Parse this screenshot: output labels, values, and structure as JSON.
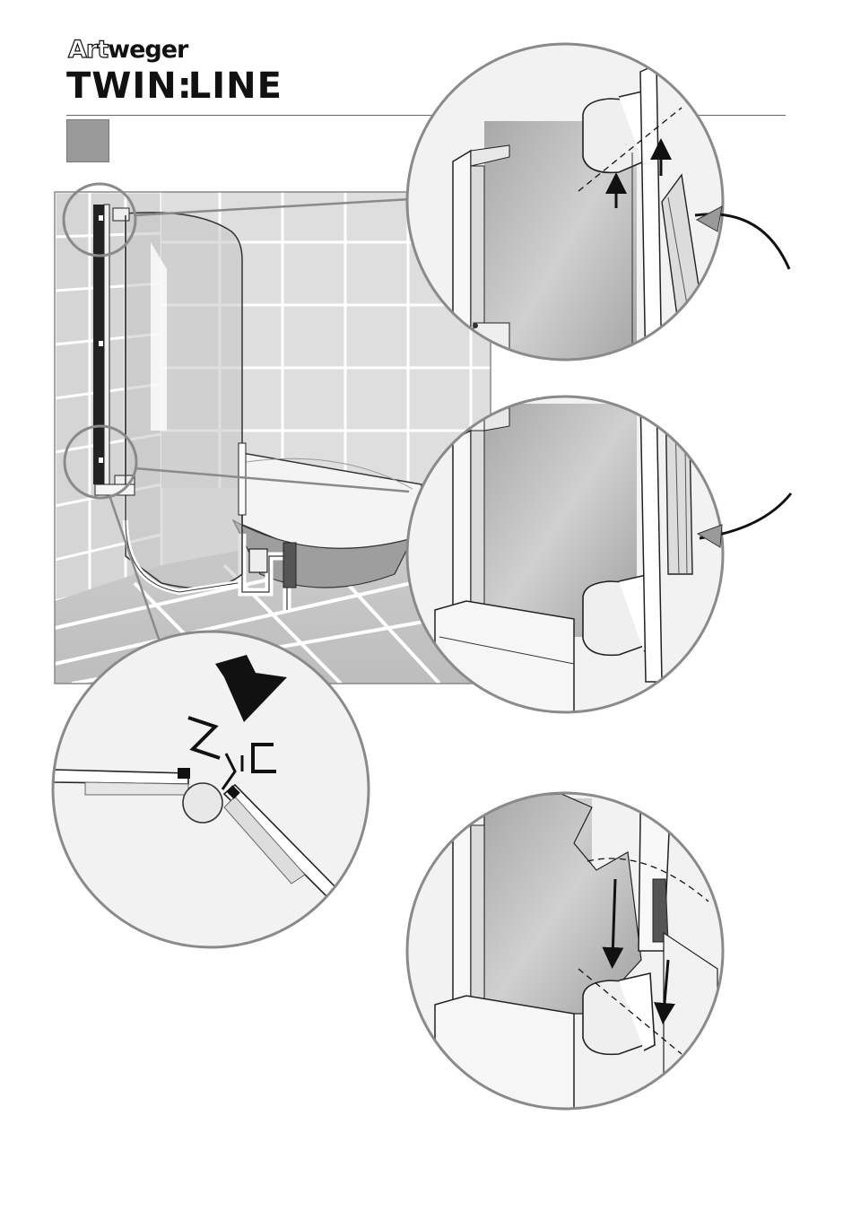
{
  "brand": {
    "line1_prefix": "Art",
    "line1_suffix": "weger",
    "line2_left": "TWIN",
    "line2_sep": ":",
    "line2_right": "LINE"
  },
  "colors": {
    "step_box": "#9a9a9a",
    "tile": "#dcdcdc",
    "glass": "#b9b9b9",
    "circle_outline": "#8a8a8a"
  }
}
